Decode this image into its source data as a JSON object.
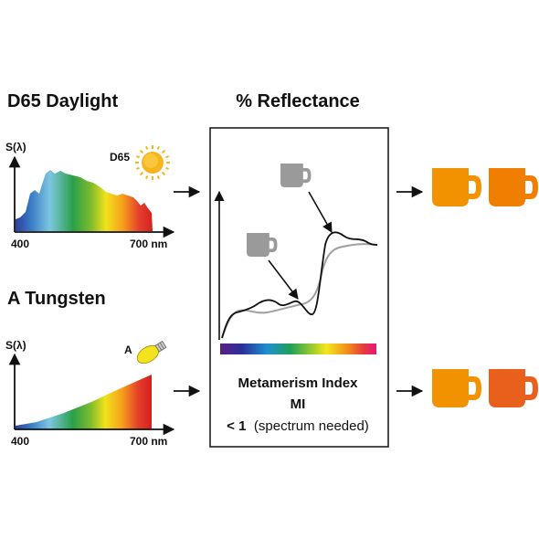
{
  "diagram": {
    "d65": {
      "title": "D65 Daylight",
      "axis_label": "S(λ)",
      "source_label": "D65",
      "tick_start": "400",
      "tick_end": "700 nm",
      "sun_color": "#f7b51c"
    },
    "tungsten": {
      "title": "A Tungsten",
      "axis_label": "S(λ)",
      "source_label": "A",
      "tick_start": "400",
      "tick_end": "700 nm",
      "bulb_color": "#f3e21c"
    },
    "reflectance": {
      "title": "% Reflectance",
      "metamerism_title": "Metamerism Index",
      "metamerism_abbr": "MI",
      "value_prefix": "< 1",
      "value_note": "(spectrum needed)"
    },
    "mugs": {
      "daylight": [
        "#f39200",
        "#f07e00"
      ],
      "tungsten": [
        "#f39200",
        "#e8601c"
      ],
      "gray": "#9a9a9a"
    }
  }
}
